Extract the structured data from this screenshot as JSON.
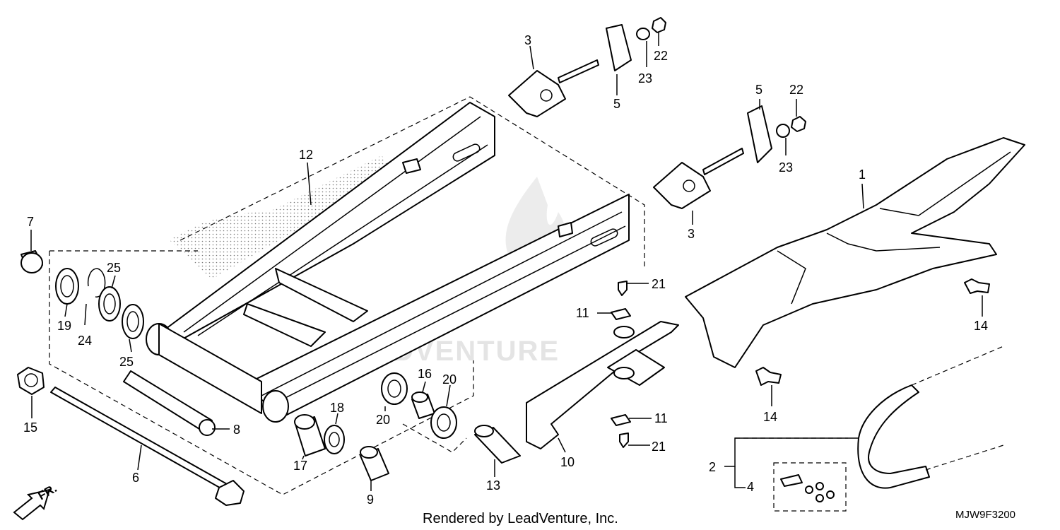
{
  "diagram": {
    "watermark": "LEADVENTURE",
    "rendered_by": "Rendered by LeadVenture, Inc.",
    "diagram_code": "MJW9F3200",
    "front_indicator": "FR.",
    "callouts": {
      "c1": "1",
      "c2": "2",
      "c3a": "3",
      "c3b": "3",
      "c4": "4",
      "c5a": "5",
      "c5b": "5",
      "c6": "6",
      "c7": "7",
      "c8": "8",
      "c9": "9",
      "c10": "10",
      "c11a": "11",
      "c11b": "11",
      "c12": "12",
      "c13": "13",
      "c14a": "14",
      "c14b": "14",
      "c15": "15",
      "c16": "16",
      "c17": "17",
      "c18": "18",
      "c19": "19",
      "c20a": "20",
      "c20b": "20",
      "c21a": "21",
      "c21b": "21",
      "c22a": "22",
      "c22b": "22",
      "c23a": "23",
      "c23b": "23",
      "c24": "24",
      "c25a": "25",
      "c25b": "25"
    }
  }
}
